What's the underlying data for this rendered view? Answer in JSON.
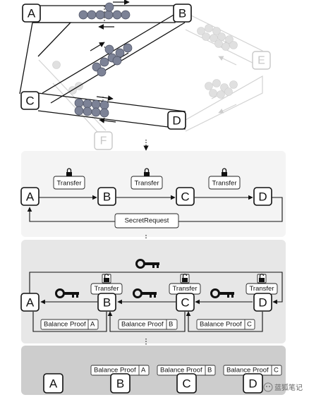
{
  "nodes": {
    "a": "A",
    "b": "B",
    "c": "C",
    "d": "D",
    "e": "E",
    "f": "F"
  },
  "labels": {
    "transfer": "Transfer",
    "secret_request": "SecretRequest",
    "balance_proof": "Balance Proof"
  },
  "watermark": "蓝狐笔记",
  "colors": {
    "panel_1": "#f4f4f4",
    "panel_2": "#e7e7e7",
    "panel_3": "#cdcdcd",
    "coin": "#7c8296",
    "coin_ghost": "#dedede"
  }
}
